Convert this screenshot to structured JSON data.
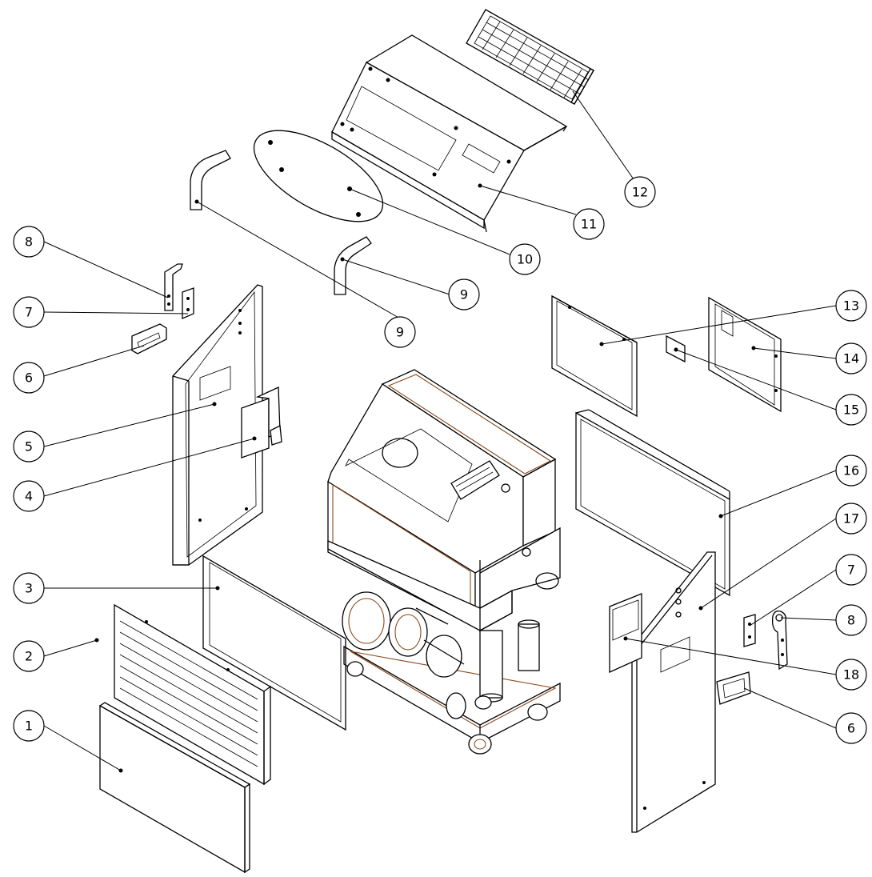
{
  "callouts": [
    {
      "id": "c1",
      "label": "1"
    },
    {
      "id": "c2",
      "label": "2"
    },
    {
      "id": "c3",
      "label": "3"
    },
    {
      "id": "c4",
      "label": "4"
    },
    {
      "id": "c5",
      "label": "5"
    },
    {
      "id": "c6a",
      "label": "6"
    },
    {
      "id": "c6b",
      "label": "6"
    },
    {
      "id": "c7a",
      "label": "7"
    },
    {
      "id": "c7b",
      "label": "7"
    },
    {
      "id": "c8a",
      "label": "8"
    },
    {
      "id": "c8b",
      "label": "8"
    },
    {
      "id": "c9a",
      "label": "9"
    },
    {
      "id": "c9b",
      "label": "9"
    },
    {
      "id": "c10",
      "label": "10"
    },
    {
      "id": "c11",
      "label": "11"
    },
    {
      "id": "c12",
      "label": "12"
    },
    {
      "id": "c13",
      "label": "13"
    },
    {
      "id": "c14",
      "label": "14"
    },
    {
      "id": "c15",
      "label": "15"
    },
    {
      "id": "c16",
      "label": "16"
    },
    {
      "id": "c17",
      "label": "17"
    },
    {
      "id": "c18",
      "label": "18"
    }
  ]
}
